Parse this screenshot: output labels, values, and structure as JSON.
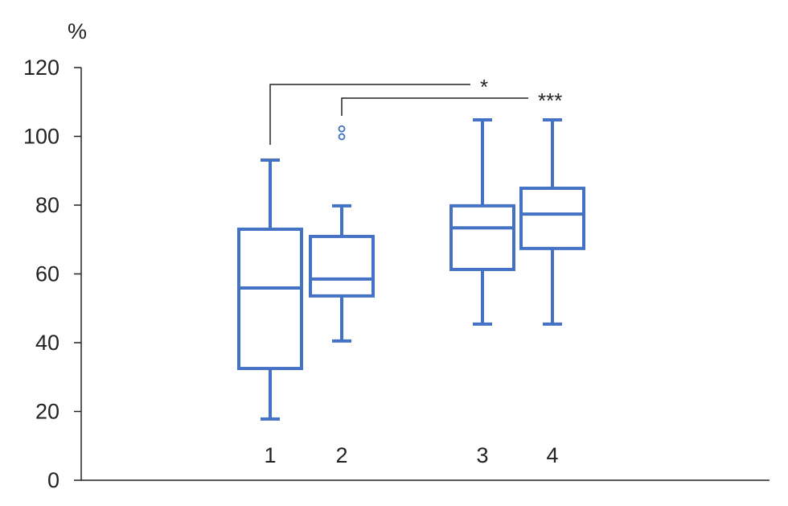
{
  "chart_data": {
    "type": "boxplot",
    "title": "",
    "ylabel": "%",
    "xlabel": "",
    "ylim": [
      0,
      120
    ],
    "yticks": [
      "0",
      "20",
      "40",
      "60",
      "80",
      "100",
      "120"
    ],
    "grid": false,
    "color": "#4472C4",
    "categories": [
      "1",
      "2",
      "3",
      "4"
    ],
    "boxes": [
      {
        "name": "1",
        "min": 17.8,
        "q1": 32.5,
        "median": 55.9,
        "q3": 73.0,
        "max": 93.1,
        "outliers": []
      },
      {
        "name": "2",
        "min": 40.5,
        "q1": 53.6,
        "median": 58.5,
        "q3": 70.9,
        "max": 79.8,
        "outliers": [
          99.9,
          102.2
        ]
      },
      {
        "name": "3",
        "min": 45.4,
        "q1": 61.3,
        "median": 73.4,
        "q3": 79.8,
        "max": 104.8,
        "outliers": []
      },
      {
        "name": "4",
        "min": 45.4,
        "q1": 67.4,
        "median": 77.4,
        "q3": 84.9,
        "max": 104.8,
        "outliers": []
      }
    ],
    "significance": [
      {
        "from": "1",
        "to": "3",
        "label": "*"
      },
      {
        "from": "2",
        "to": "4",
        "label": "***"
      }
    ]
  }
}
